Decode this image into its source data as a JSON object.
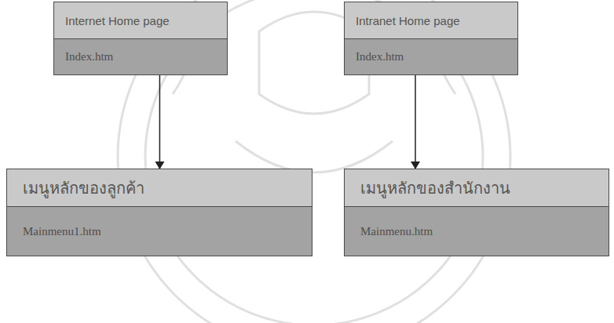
{
  "diagram": {
    "nodes": [
      {
        "text": [
          "Internet Home page",
          "Index.htm"
        ]
      },
      {
        "text": [
          "Intranet Home page",
          "Index.htm"
        ]
      },
      {
        "text": [
          "เมนูหลักของลูกค้า",
          "Mainmenu1.htm"
        ]
      },
      {
        "text": [
          "เมนูหลักของสำนักงาน",
          "Mainmenu.htm"
        ]
      }
    ],
    "edges": [
      {
        "from": 0,
        "to": 2,
        "arrow": "to"
      },
      {
        "from": 1,
        "to": 3,
        "arrow": "to"
      }
    ]
  }
}
